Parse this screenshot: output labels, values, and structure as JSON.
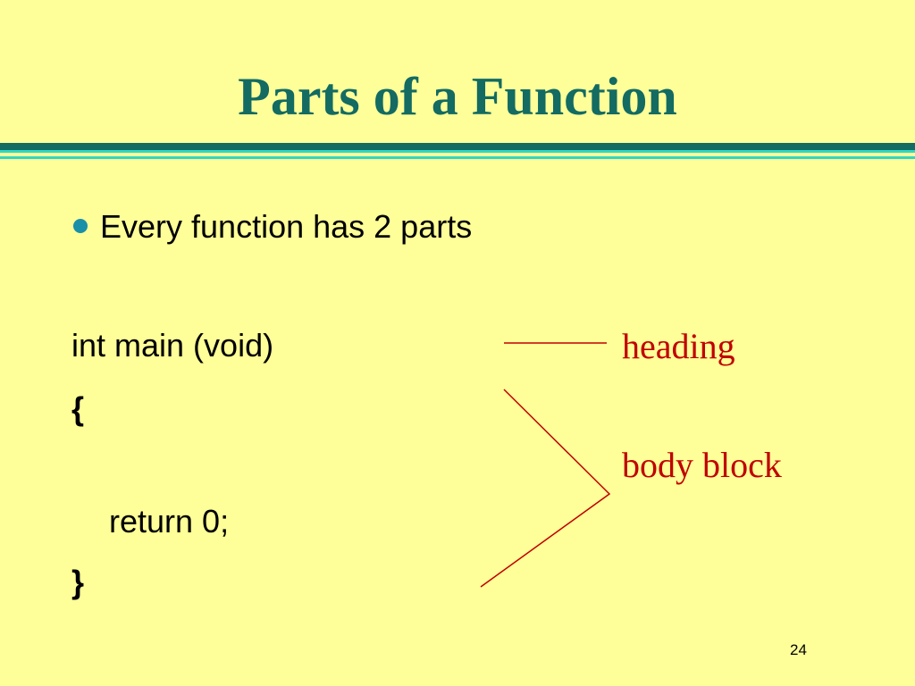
{
  "slide": {
    "title": "Parts of a Function",
    "bullet": "Every function has 2 parts",
    "code": {
      "line1": "int main (void)",
      "open_brace": "{",
      "line3": "return 0;",
      "close_brace": "}"
    },
    "labels": {
      "heading": "heading",
      "body_block": "body block"
    },
    "slide_number": "24"
  },
  "colors": {
    "background": "#ffff99",
    "title": "#136b62",
    "label": "#c00000",
    "bullet": "#1a8fa8"
  }
}
